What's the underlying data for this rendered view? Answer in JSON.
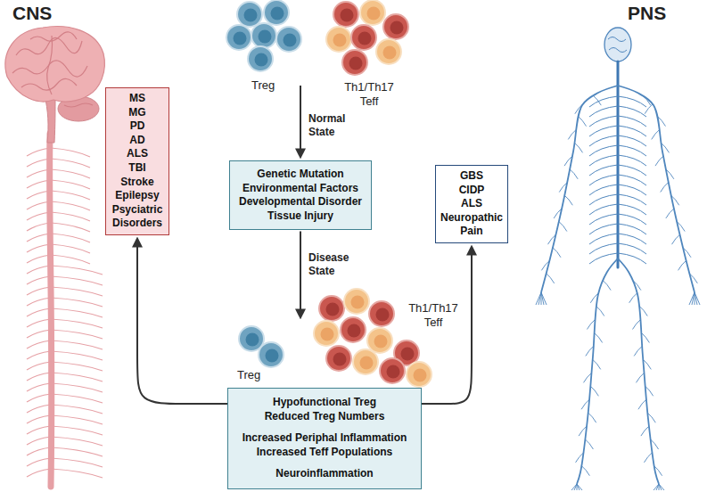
{
  "diagram": {
    "nodes": [
      {
        "text": [
          "MS",
          "MG",
          "PD",
          "AD",
          "ALS",
          "TBI",
          "Stroke",
          "Epilepsy",
          "Psyciatric Disorders"
        ]
      },
      {
        "text": [
          "Genetic Mutation",
          "Environmental Factors",
          "Developmental Disorder",
          "Tissue Injury"
        ]
      },
      {
        "text": [
          "GBS",
          "CIDP",
          "ALS",
          "Neuropathic Pain"
        ]
      },
      {
        "text": [
          "Hypofunctional Treg",
          "Reduced Treg Numbers",
          "Increased Periphal Inflammation",
          "Increased Teff Populations",
          "Neuroinflammation"
        ]
      }
    ],
    "edges": [
      {
        "from": 3,
        "to": 0,
        "arrow": "to"
      },
      {
        "from": 3,
        "to": 2,
        "arrow": "to"
      }
    ],
    "labels": [
      "CNS",
      "PNS",
      "Treg",
      "Th1/Th17 Teff",
      "Normal State",
      "Disease State",
      "Treg",
      "Th1/Th17 Teff"
    ]
  }
}
